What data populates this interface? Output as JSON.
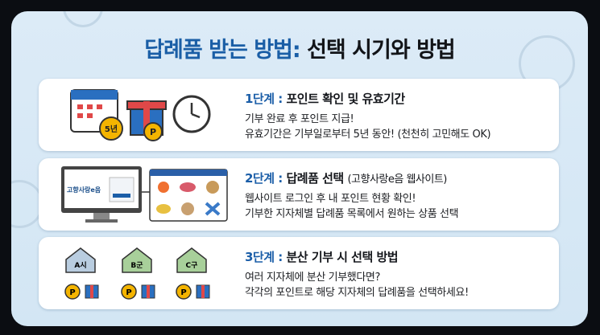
{
  "title": {
    "highlight": "답례품 받는 방법:",
    "rest": " 선택 시기와 방법"
  },
  "steps": [
    {
      "num": "1단계 :",
      "heading": "포인트 확인 및 유효기간",
      "sub": "",
      "lines": [
        "기부 완료 후 포인트 지급!",
        "유효기간은 기부일로부터 5년 동안! (천천히 고민해도 OK)"
      ],
      "icon_labels": [
        "5년",
        "P"
      ]
    },
    {
      "num": "2단계 :",
      "heading": "답례품 선택",
      "sub": "(고향사랑e음 웹사이트)",
      "lines": [
        "웹사이트 로그인 후 내 포인트 현황 확인!",
        "기부한 지자체별 답례품 목록에서 원하는 상품 선택"
      ],
      "icon_labels": [
        "고향사랑e음"
      ]
    },
    {
      "num": "3단계 :",
      "heading": "분산 기부 시 선택 방법",
      "sub": "",
      "lines": [
        "여러 지자체에 분산 기부했다면?",
        "각각의 포인트로 해당 지자체의 답례품을 선택하세요!"
      ],
      "icon_labels": [
        "A시",
        "B군",
        "C구",
        "P"
      ]
    }
  ],
  "colors": {
    "accent": "#1b5ea8",
    "background": "#d8e9f6"
  }
}
